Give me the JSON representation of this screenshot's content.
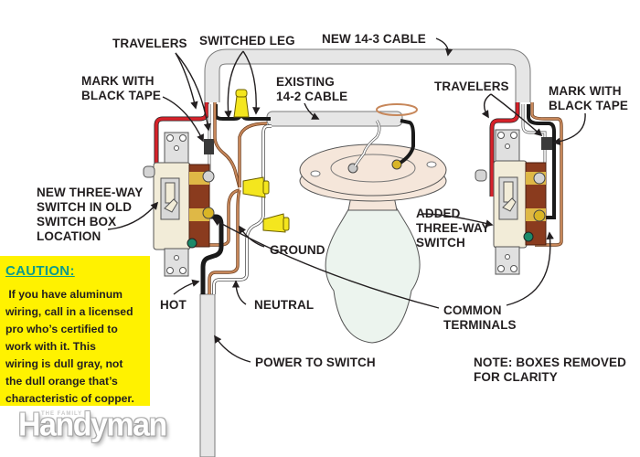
{
  "diagram": {
    "type": "three-way switch wiring diagram",
    "labels": {
      "travelers_left": "TRAVELERS",
      "switched_leg": "SWITCHED LEG",
      "new_cable": "NEW 14-3 CABLE",
      "mark_tape_left": "MARK WITH\nBLACK TAPE",
      "existing_cable": "EXISTING\n14-2 CABLE",
      "travelers_right": "TRAVELERS",
      "mark_tape_right": "MARK WITH\nBLACK TAPE",
      "new_switch": "NEW THREE-WAY\nSWITCH IN OLD\nSWITCH BOX\nLOCATION",
      "added_switch": "ADDED\nTHREE-WAY\nSWITCH",
      "ground": "GROUND",
      "hot": "HOT",
      "neutral": "NEUTRAL",
      "common_terminals": "COMMON\nTERMINALS",
      "power_to_switch": "POWER TO SWITCH",
      "note": "NOTE: BOXES REMOVED\nFOR CLARITY"
    },
    "colors": {
      "hot_wire": "#1a1a1a",
      "traveler_red": "#d7222a",
      "ground_copper": "#b8763f",
      "neutral_white": "#ffffff",
      "cable_sheath": "#e6e6e6",
      "wire_nut": "#f4e61e",
      "switch_body": "#f2ecd8",
      "switch_side": "#8a3b1e",
      "bulb_glass": "#ecf4ee",
      "fixture_base": "#f5e6da",
      "ground_screw": "#1b8a6a",
      "brass_screw": "#d9b526"
    }
  },
  "caution": {
    "title": "CAUTION",
    "colon": ":",
    "body": " If you have aluminum\nwiring, call in a licensed\npro who’s certified to\nwork with it. This\nwiring is dull gray, not\nthe dull orange that’s\ncharacteristic of copper.",
    "background": "#fff200",
    "title_color": "#0d9b8a"
  },
  "branding": {
    "tagline": "THE FAMILY",
    "logo": "Handyman"
  }
}
